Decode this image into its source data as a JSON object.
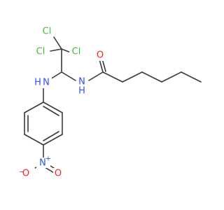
{
  "molecule": {
    "atoms": {
      "cl1": "Cl",
      "cl2": "Cl",
      "cl3": "Cl",
      "o_amide": "O",
      "n_amide": "N",
      "h_amide": "H",
      "n_amine": "N",
      "h_amine": "H",
      "n_nitro": "N",
      "n_charge": "+",
      "o_nitro_left": "O",
      "o_charge": "−",
      "o_nitro_right": "O"
    }
  },
  "colors": {
    "bond": "#3a3a3a",
    "chlorine": "#3fbf3f",
    "nitrogen": "#3050f8",
    "oxygen": "#ff2020",
    "nitrogen_text": "#3050f8"
  }
}
